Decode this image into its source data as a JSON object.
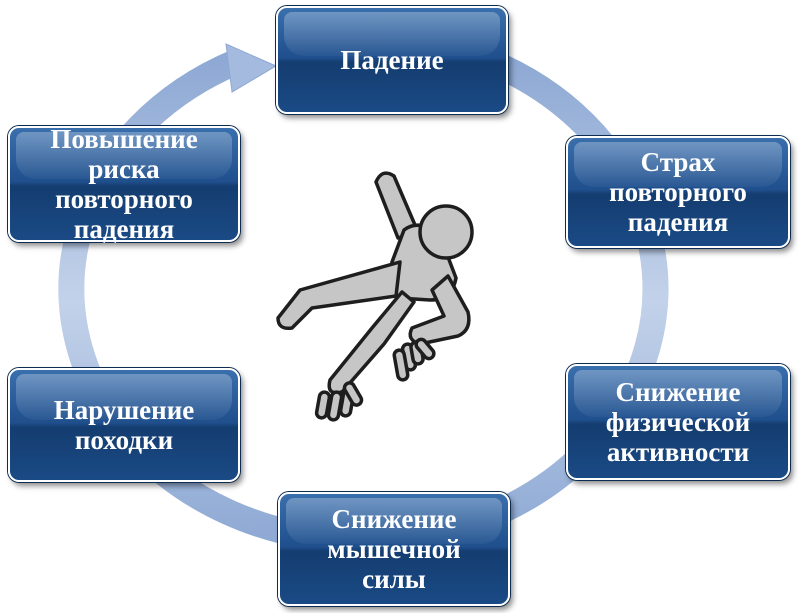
{
  "diagram": {
    "nodes": [
      {
        "id": "falling",
        "label": "Падение"
      },
      {
        "id": "fear",
        "label": "Страх\nповторного\nпадения"
      },
      {
        "id": "activity",
        "label": "Снижение\nфизической\nактивности"
      },
      {
        "id": "muscle",
        "label": "Снижение\nмышечной\nсилы"
      },
      {
        "id": "gait",
        "label": "Нарушение\nпоходки"
      },
      {
        "id": "risk",
        "label": "Повышение\nриска\nповторного\nпадения"
      }
    ],
    "cycle": [
      "falling",
      "fear",
      "activity",
      "muscle",
      "gait",
      "risk",
      "falling"
    ],
    "colors": {
      "box": "#1f4f8c",
      "ring": "#a9bedf",
      "figure": "#c8c8c8",
      "outline": "#222222"
    },
    "center_icon": "falling-person-icon"
  }
}
